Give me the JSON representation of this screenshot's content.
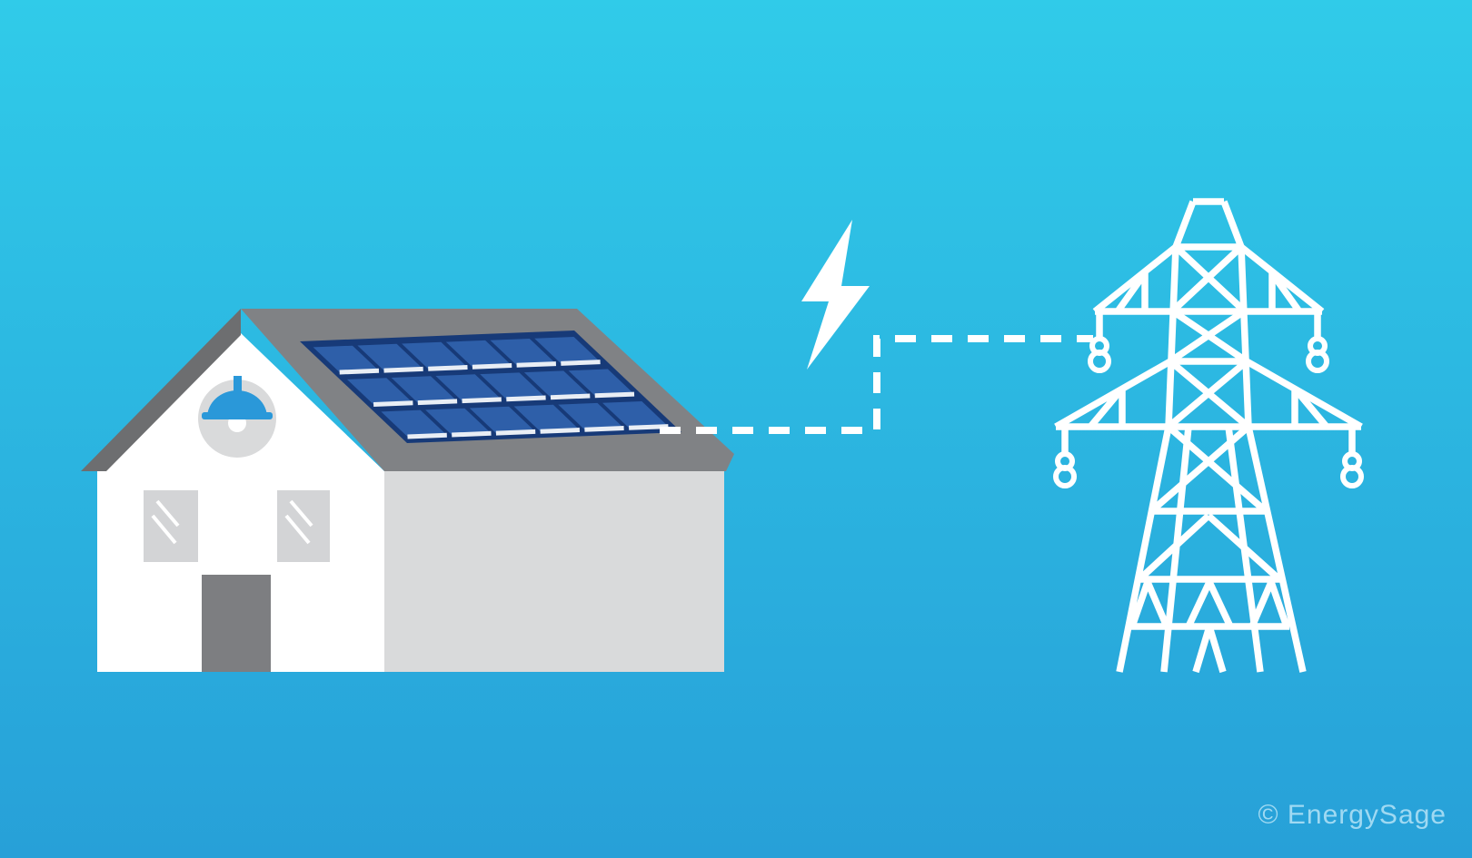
{
  "scene": {
    "description": "Illustration of a home with rooftop solar panels sending electricity to a utility transmission tower",
    "elements": [
      "solar-house",
      "lightning-bolt",
      "dashed-power-line",
      "transmission-tower"
    ]
  },
  "watermark": {
    "text": "© EnergySage"
  },
  "solar_array": {
    "rows": 3,
    "columns": 6
  },
  "palette": {
    "bg_top": "#30cbe9",
    "bg_bottom": "#27a0d8",
    "roof_dark": "#6d6e70",
    "roof_gray": "#808285",
    "wall_side": "#d9dadb",
    "wall_front": "#ffffff",
    "window_gray": "#d3d4d6",
    "door_gray": "#7d7e81",
    "lamp_blue": "#2a98d9",
    "panel_navy": "#173a78",
    "panel_blue": "#2e5fa9",
    "panel_glint": "#e9eef5",
    "line_white": "#ffffff",
    "watermark": "#9fd9f2"
  }
}
